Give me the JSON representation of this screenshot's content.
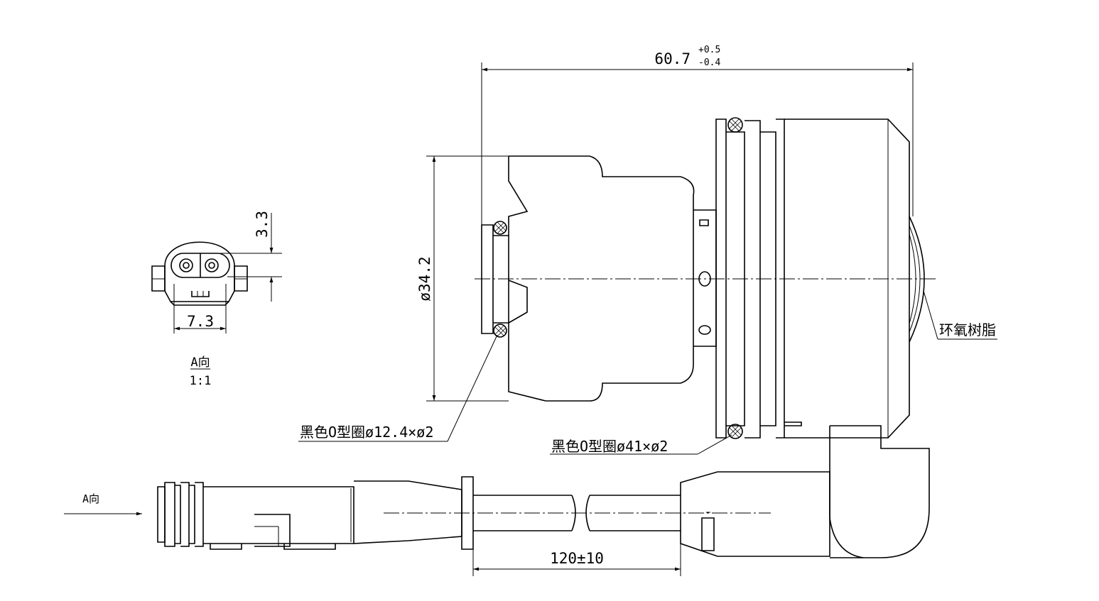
{
  "dimensions": {
    "overall_length": "60.7",
    "overall_tol_upper": "+0.5",
    "overall_tol_lower": "-0.4",
    "diameter": "ø34.2",
    "connector_pitch": "7.3",
    "connector_height": "3.3",
    "cable_length": "120±10"
  },
  "callouts": {
    "small_oring": "黑色O型圈ø12.4×ø2",
    "large_oring": "黑色O型圈ø41×ø2",
    "epoxy": "环氧树脂"
  },
  "views": {
    "view_a_label": "A向",
    "view_a_scale": "1:1",
    "arrow_label": "A向"
  }
}
